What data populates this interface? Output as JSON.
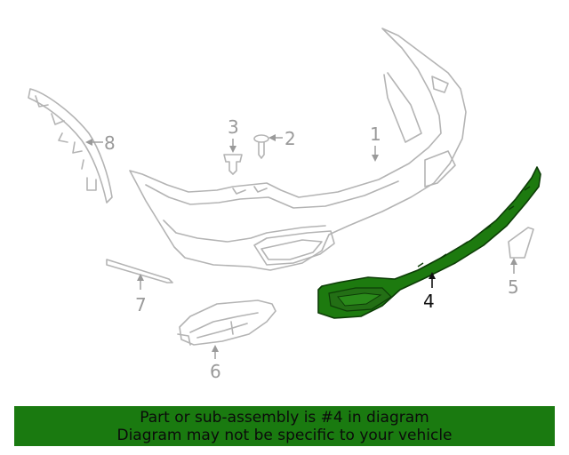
{
  "callouts": {
    "c1": "1",
    "c2": "2",
    "c3": "3",
    "c4": "4",
    "c5": "5",
    "c6": "6",
    "c7": "7",
    "c8": "8"
  },
  "banner": {
    "line1": "Part or sub-assembly is #4 in diagram",
    "line2": "Diagram may not be specific to your vehicle"
  },
  "colors": {
    "highlight": "#1d7a0f",
    "banner": "#1a7a10",
    "line": "#b4b4b4"
  }
}
